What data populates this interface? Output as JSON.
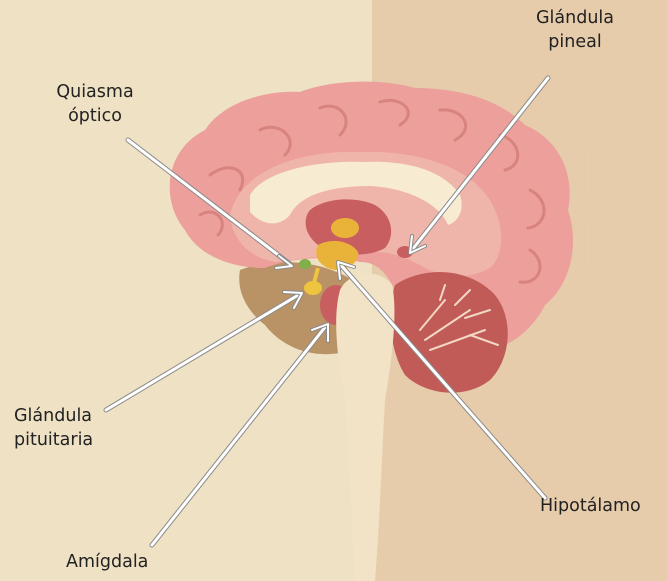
{
  "labels": {
    "quiasma": {
      "line1": "Quiasma",
      "line2": "óptico"
    },
    "pineal": {
      "line1": "Glándula",
      "line2": "pineal"
    },
    "pituitaria": {
      "line1": "Glándula",
      "line2": "pituitaria"
    },
    "hipotalamo": "Hipotálamo",
    "amigdala": "Amígdala"
  },
  "colors": {
    "background_light": "#efe1c4",
    "background_dark": "#e6ccab",
    "head": "#efe1c4",
    "brain_outer": "#ec9f9b",
    "brain_inner": "#f0b5aa",
    "corpus_callosum": "#f7ebd2",
    "thalamus": "#c95e60",
    "hypothalamus": "#e9b33a",
    "pituitary": "#efc43e",
    "temporal_lobe": "#b99366",
    "cerebellum": "#c15b57",
    "brainstem": "#f2e3c6",
    "arrow_fill": "#ffffff",
    "arrow_stroke": "#8a8a8a",
    "text": "#222222"
  }
}
